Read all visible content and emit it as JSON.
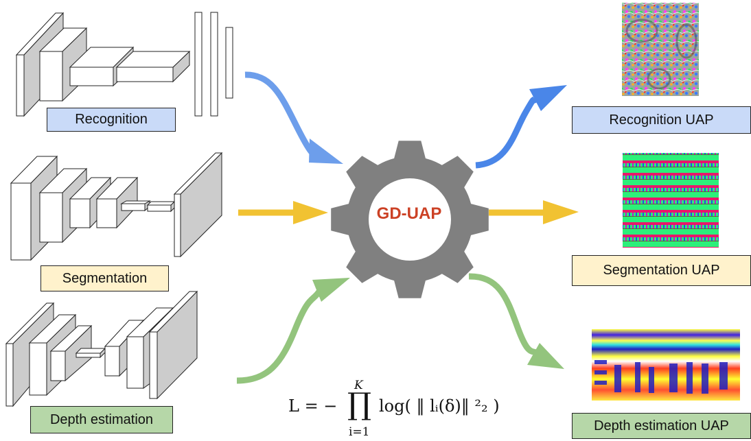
{
  "title": "GD-UAP overview",
  "center": {
    "label": "GD-UAP",
    "icon": "gear-icon",
    "gear_color": "#808080",
    "text_color": "#cc4125"
  },
  "inputs": [
    {
      "id": "recognition",
      "label": "Recognition",
      "network": "classification-cnn",
      "color": "#c9daf8",
      "arrow_color": "#6d9eeb"
    },
    {
      "id": "segmentation",
      "label": "Segmentation",
      "network": "encoder-decoder",
      "color": "#fff2cc",
      "arrow_color": "#f1c232"
    },
    {
      "id": "depth",
      "label": "Depth estimation",
      "network": "encoder-decoder",
      "color": "#b6d7a8",
      "arrow_color": "#93c47d"
    }
  ],
  "outputs": [
    {
      "id": "recognition-uap",
      "label": "Recognition UAP",
      "color": "#c9daf8",
      "arrow_color": "#4a86e8"
    },
    {
      "id": "segmentation-uap",
      "label": "Segmentation UAP",
      "color": "#fff2cc",
      "arrow_color": "#f1c232"
    },
    {
      "id": "depth-uap",
      "label": "Depth estimation UAP",
      "color": "#b6d7a8",
      "arrow_color": "#93c47d"
    }
  ],
  "formula": {
    "lhs": "L = −",
    "prod": "∏",
    "upper": "K",
    "lower": "i=1",
    "body": "log( ‖ lᵢ(δ)‖ ²₂ )"
  }
}
